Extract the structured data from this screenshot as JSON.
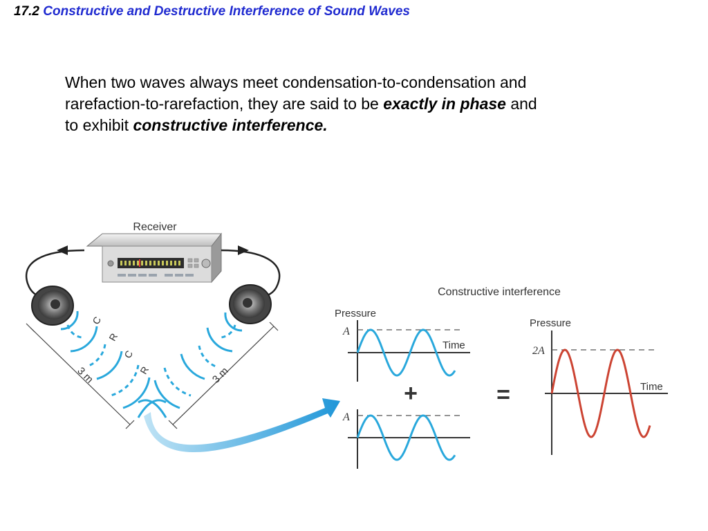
{
  "header": {
    "section_number": "17.2",
    "section_title": "Constructive and Destructive Interference of Sound Waves"
  },
  "body": {
    "line1": "When two waves always meet condensation-to-condensation and",
    "line2_part1": "rarefaction-to-rarefaction, they are said to be ",
    "emphasis1": "exactly in phase",
    "line2_part2": " and",
    "line3_part1": "to exhibit ",
    "emphasis2": "constructive interference."
  },
  "diagram": {
    "receiver_label": "Receiver",
    "condensation_label": "C",
    "rarefaction_label": "R",
    "distance_label": "3 m",
    "plot_title": "Constructive interference",
    "pressure_label": "Pressure",
    "time_label": "Time",
    "amplitude_label": "A",
    "double_amplitude_label": "2A",
    "plus_sign": "+",
    "equals_sign": "=",
    "colors": {
      "wave_blue": "#29a8dc",
      "result_red": "#cc4433",
      "title_blue": "#1f2ad0"
    }
  }
}
